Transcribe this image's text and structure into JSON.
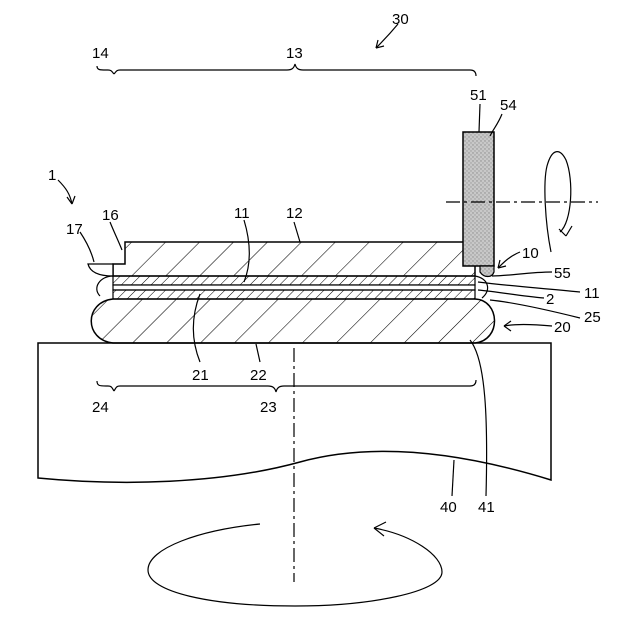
{
  "labels": {
    "ref_1": "1",
    "ref_2": "2",
    "ref_10": "10",
    "ref_11_top": "11",
    "ref_11_right": "11",
    "ref_12": "12",
    "ref_13": "13",
    "ref_14": "14",
    "ref_16": "16",
    "ref_17": "17",
    "ref_20": "20",
    "ref_21": "21",
    "ref_22": "22",
    "ref_23": "23",
    "ref_24": "24",
    "ref_25": "25",
    "ref_30": "30",
    "ref_40": "40",
    "ref_41": "41",
    "ref_51": "51",
    "ref_54": "54",
    "ref_55": "55"
  }
}
